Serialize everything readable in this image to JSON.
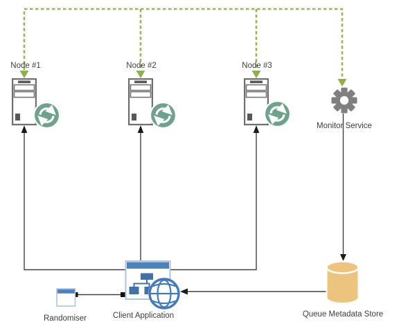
{
  "diagram": {
    "labels": {
      "node1": "Node #1",
      "node2": "Node #2",
      "node3": "Node #3",
      "monitor": "Monitor Service",
      "client": "Client Application",
      "randomiser": "Randomiser",
      "queue": "Queue Metadata Store"
    },
    "icons": {
      "node": "server-tower-icon with sync-refresh-badge-icon",
      "monitor": "gear-icon",
      "client": "app-window-icon with sitemap-icon and globe-icon",
      "randomiser": "window-icon",
      "queue": "database-cylinder-icon"
    },
    "connections": [
      {
        "id": "bus-to-node1",
        "from": "monitor-bus",
        "to": "node1",
        "style": "dashed-green-arrow"
      },
      {
        "id": "bus-to-node2",
        "from": "monitor-bus",
        "to": "node2",
        "style": "dashed-green-arrow"
      },
      {
        "id": "bus-to-node3",
        "from": "monitor-bus",
        "to": "node3",
        "style": "dashed-green-arrow"
      },
      {
        "id": "bus-to-monitor",
        "from": "monitor-bus",
        "to": "monitor",
        "style": "dashed-green-arrow"
      },
      {
        "id": "client-to-node1",
        "from": "client",
        "to": "node1",
        "style": "solid-black-arrow"
      },
      {
        "id": "client-to-node2",
        "from": "client",
        "to": "node2",
        "style": "solid-black-arrow"
      },
      {
        "id": "client-to-node3",
        "from": "client",
        "to": "node3",
        "style": "solid-black-arrow"
      },
      {
        "id": "monitor-to-queue",
        "from": "monitor",
        "to": "queue",
        "style": "solid-black-arrow"
      },
      {
        "id": "queue-to-client",
        "from": "queue",
        "to": "client",
        "style": "solid-black-arrow"
      },
      {
        "id": "randomiser-to-client",
        "from": "randomiser",
        "to": "client",
        "style": "solid-line-square-ends"
      }
    ],
    "colors": {
      "dashed_bus": "#99B362",
      "green_arrow": "#8DB04E",
      "connector": "#404040",
      "sync_badge": "#6FA28E",
      "gear": "#7F7F7F",
      "window_blue": "#4F81BD",
      "diagram_blue": "#4472A8",
      "window_border": "#AFC5DE",
      "cylinder": "#ECC47F",
      "server_outline": "#6E6E6E",
      "label_text": "#3D3D3D"
    }
  }
}
